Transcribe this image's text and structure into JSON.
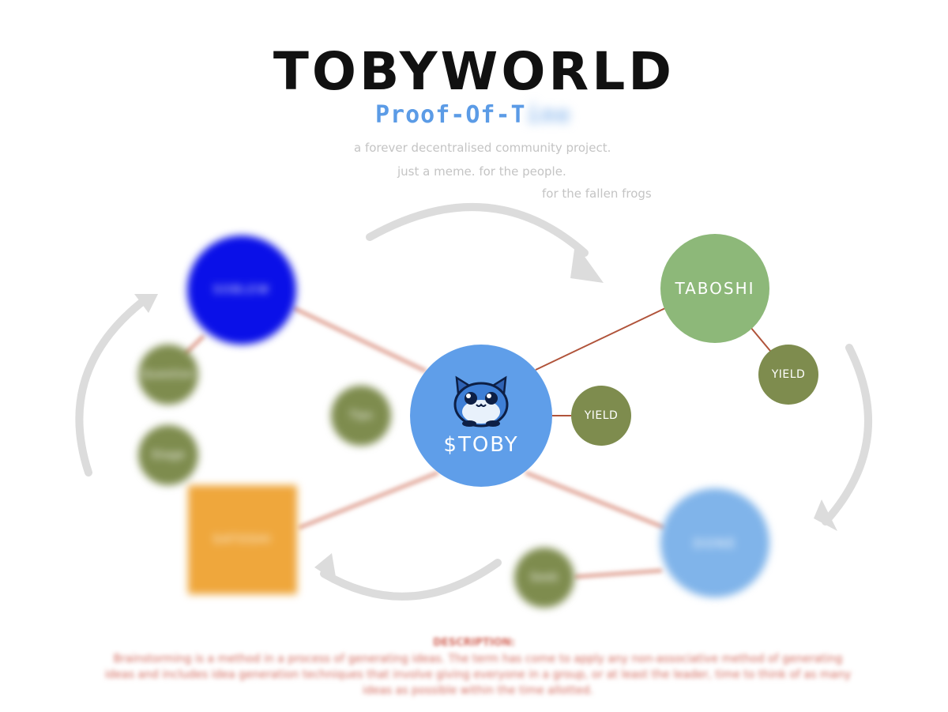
{
  "header": {
    "title": "TOBYWORLD",
    "subtitle_visible": "Proof-Of-T",
    "subtitle_obscured": "ime",
    "taglines": [
      "a forever decentralised community project.",
      "just a meme. for the people.",
      "for the fallen frogs"
    ]
  },
  "nodes": {
    "toby": {
      "label": "$TOBY",
      "icon": "cat-mascot-icon"
    },
    "taboshi": {
      "label": "TABOSHI"
    },
    "left_blue": {
      "label": "SOBLEW"
    },
    "right_blue": {
      "label": "DONE"
    },
    "square": {
      "label": "SATOSHI"
    },
    "small_yield_center": {
      "label": "YIELD"
    },
    "small_yield_taboshi": {
      "label": "YIELD"
    },
    "small_left_1": {
      "label": "Question"
    },
    "small_left_2": {
      "label": "Stage"
    },
    "small_center_left": {
      "label": "Tips"
    },
    "small_bottom": {
      "label": "Seek"
    }
  },
  "description": {
    "title": "DESCRIPTION:",
    "body": "Brainstorming is a method in a process of generating ideas. The term has come to apply any non-associative method of generating ideas and includes idea generation techniques that involve giving everyone in a group, or at least the leader, time to think of as many ideas as possible within the time allotted."
  },
  "colors": {
    "center": "#5f9ee9",
    "taboshi": "#8db879",
    "small": "#7e8c4e",
    "left_blue": "#0a10e8",
    "right_blue": "#80b4ea",
    "square": "#efa73c",
    "connector": "#b0533a",
    "arrows": "#dcdcdc",
    "subtitle": "#5b9be6"
  }
}
